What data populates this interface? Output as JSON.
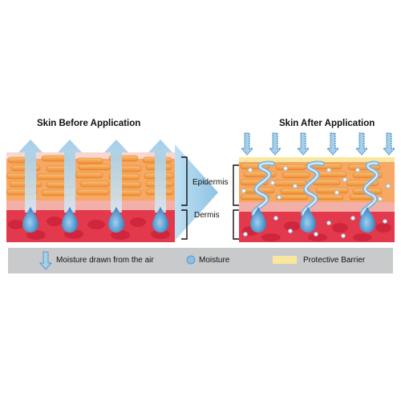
{
  "titles": {
    "before": "Skin Before Application",
    "after": "Skin After Application"
  },
  "layers": {
    "epidermis": "Epidermis",
    "dermis": "Dermis"
  },
  "legend": {
    "moisture_air": "Moisture drawn from the air",
    "moisture": "Moisture",
    "barrier": "Protective Barrier"
  },
  "colors": {
    "epidermis_orange": "#f0922a",
    "dermis_red": "#e03a4c",
    "moisture_blue": "#5fa3d6",
    "arrow_blue": "#a7cfe8",
    "barrier_yellow": "#fbe6a0",
    "legend_bg": "#c9cacc"
  },
  "icons": {
    "air_arrow": "down-arrow-icon",
    "moisture_drop": "water-drop-icon",
    "transition_arrow": "right-arrow-icon"
  }
}
